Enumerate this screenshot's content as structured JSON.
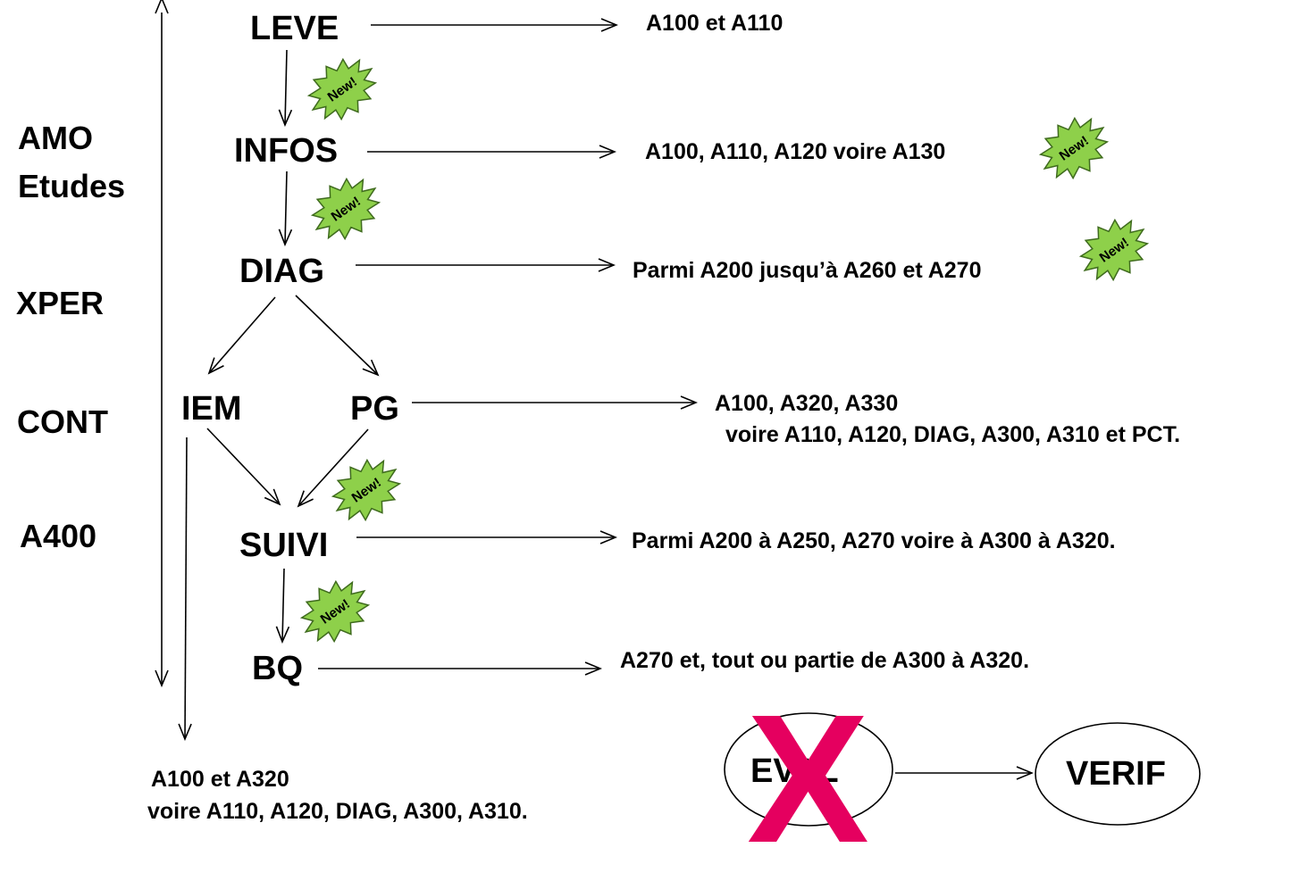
{
  "side_labels": {
    "amo": "AMO",
    "etudes": "Etudes",
    "xper": "XPER",
    "cont": "CONT",
    "a400": "A400"
  },
  "nodes": {
    "leve": "LEVE",
    "infos": "INFOS",
    "diag": "DIAG",
    "iem": "IEM",
    "pg": "PG",
    "suivi": "SUIVI",
    "bq": "BQ",
    "eval": "EVAL",
    "verif": "VERIF"
  },
  "outputs": {
    "leve": "A100 et A110",
    "infos": "A100, A110, A120 voire A130",
    "diag": "Parmi A200 jusqu’à A260 et A270",
    "pg_line1": "A100, A320, A330",
    "pg_line2": "voire A110, A120, DIAG, A300, A310 et PCT.",
    "suivi": "Parmi A200 à A250, A270 voire à A300 à A320.",
    "bq": "A270 et, tout ou partie de A300 à A320.",
    "iem_line1": "A100 et A320",
    "iem_line2": "voire A110, A120, DIAG, A300, A310."
  },
  "badge_text": "New!",
  "colors": {
    "badge_fill": "#8ed04a",
    "badge_stroke": "#3f6b1e",
    "cross": "#e5005f"
  }
}
